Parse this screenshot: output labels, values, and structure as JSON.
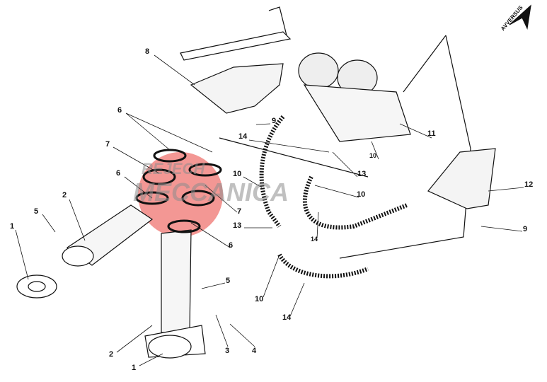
{
  "diagram": {
    "direction_label": "AVVERSUS",
    "watermark": {
      "line1": "REJECH",
      "line2": "MECCANICA",
      "color": "#e8302a"
    },
    "callouts": [
      "8",
      "6",
      "7",
      "6",
      "5",
      "2",
      "1",
      "9",
      "14",
      "10",
      "13",
      "10",
      "10",
      "11",
      "12",
      "9",
      "7",
      "6",
      "13",
      "14",
      "10",
      "14",
      "5",
      "3",
      "4",
      "2",
      "1"
    ]
  }
}
